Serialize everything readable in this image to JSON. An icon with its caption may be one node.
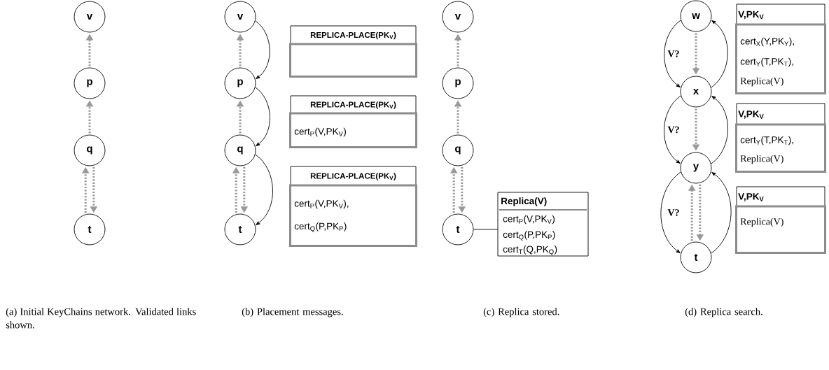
{
  "diagram": {
    "nodes": [
      {
        "text": [
          "v"
        ]
      },
      {
        "text": [
          "p"
        ]
      },
      {
        "text": [
          "q"
        ]
      },
      {
        "text": [
          "t"
        ]
      },
      {
        "text": [
          "v"
        ]
      },
      {
        "text": [
          "p"
        ]
      },
      {
        "text": [
          "q"
        ]
      },
      {
        "text": [
          "t"
        ]
      },
      {
        "text": [
          "REPLICA-PLACE(PK$_{V}$)"
        ]
      },
      {
        "text": [
          "REPLICA-PLACE(PK$_{V}$)",
          "cert$_{P}$(V,PK$_{V}$)"
        ]
      },
      {
        "text": [
          "REPLICA-PLACE(PK$_{V}$)",
          "cert$_{P}$(V,PK$_{V}$),",
          "cert$_{Q}$(P,PK$_{P}$)"
        ]
      },
      {
        "text": [
          "v"
        ]
      },
      {
        "text": [
          "p"
        ]
      },
      {
        "text": [
          "q"
        ]
      },
      {
        "text": [
          "t"
        ]
      },
      {
        "text": [
          "Replica(V)",
          "cert$_{P}$(V,PK$_{V}$)",
          "cert$_{Q}$(P,PK$_{P}$)",
          "cert$_{T}$(Q,PK$_{Q}$)"
        ]
      },
      {
        "text": [
          "w"
        ]
      },
      {
        "text": [
          "x"
        ]
      },
      {
        "text": [
          "y"
        ]
      },
      {
        "text": [
          "t"
        ]
      },
      {
        "text": [
          "V,PK$_{V}$",
          "cert$_{X}$(Y,PK$_{Y}$),",
          "cert$_{Y}$(T,PK$_{T}$),",
          "Replica(V)"
        ]
      },
      {
        "text": [
          "V,PK$_{V}$",
          "cert$_{Y}$(T,PK$_{T}$),",
          "Replica(V)"
        ]
      },
      {
        "text": [
          "V,PK$_{V}$",
          "Replica(V)"
        ]
      }
    ],
    "edges": [
      {
        "from": 1,
        "to": 0,
        "arrow": "to",
        "style": "dashed"
      },
      {
        "from": 2,
        "to": 1,
        "arrow": "to",
        "style": "dashed"
      },
      {
        "from": 3,
        "to": 2,
        "arrow": "to",
        "style": "dashed"
      },
      {
        "from": 2,
        "to": 3,
        "arrow": "to",
        "style": "dashed"
      },
      {
        "from": 5,
        "to": 4,
        "arrow": "to",
        "style": "dashed"
      },
      {
        "from": 6,
        "to": 5,
        "arrow": "to",
        "style": "dashed"
      },
      {
        "from": 7,
        "to": 6,
        "arrow": "to",
        "style": "dashed"
      },
      {
        "from": 6,
        "to": 7,
        "arrow": "to",
        "style": "dashed"
      },
      {
        "from": 4,
        "to": 5,
        "arrow": "to",
        "color": "#000000"
      },
      {
        "from": 5,
        "to": 6,
        "arrow": "to",
        "color": "#000000"
      },
      {
        "from": 6,
        "to": 7,
        "arrow": "to",
        "color": "#000000"
      },
      {
        "from": 12,
        "to": 11,
        "arrow": "to",
        "style": "dashed"
      },
      {
        "from": 13,
        "to": 12,
        "arrow": "to",
        "style": "dashed"
      },
      {
        "from": 14,
        "to": 13,
        "arrow": "to",
        "style": "dashed"
      },
      {
        "from": 13,
        "to": 14,
        "arrow": "to",
        "style": "dashed"
      },
      {
        "from": 14,
        "to": 15,
        "arrow": "none",
        "color": "#000000"
      },
      {
        "from": 16,
        "to": 17,
        "arrow": "to",
        "style": "dashed"
      },
      {
        "from": 17,
        "to": 18,
        "arrow": "to",
        "style": "dashed"
      },
      {
        "from": 19,
        "to": 18,
        "arrow": "to",
        "style": "dashed"
      },
      {
        "from": 18,
        "to": 19,
        "arrow": "to",
        "style": "dashed"
      },
      {
        "from": 16,
        "to": 17,
        "arrow": "to",
        "color": "#000000",
        "label": "V?"
      },
      {
        "from": 17,
        "to": 18,
        "arrow": "to",
        "color": "#000000",
        "label": "V?"
      },
      {
        "from": 18,
        "to": 19,
        "arrow": "to",
        "color": "#000000",
        "label": "V?"
      },
      {
        "from": 19,
        "to": 18,
        "arrow": "to",
        "color": "#000000"
      },
      {
        "from": 18,
        "to": 17,
        "arrow": "to",
        "color": "#000000"
      },
      {
        "from": 17,
        "to": 16,
        "arrow": "to",
        "color": "#000000"
      }
    ],
    "labels": [
      "(a) Initial KeyChains network. Validated links shown.",
      "(b) Placement messages.",
      "(c) Replica stored.",
      "(d) Replica search."
    ]
  }
}
